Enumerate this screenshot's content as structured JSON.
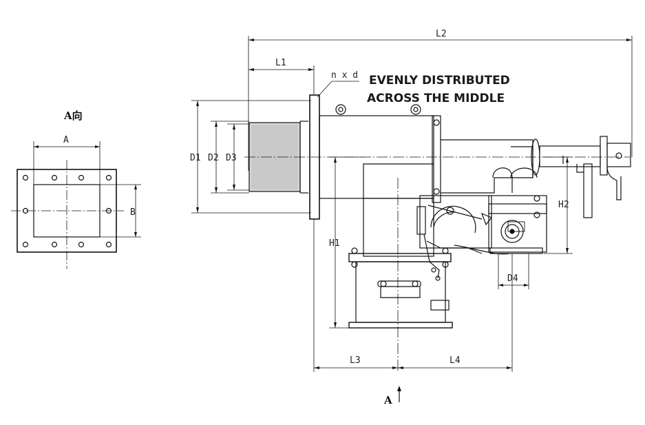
{
  "view_label": "A向",
  "view_marker": "A",
  "note_lines": [
    "EVENLY DISTRIBUTED",
    "ACROSS THE MIDDLE"
  ],
  "dimensions": {
    "A": "A",
    "B": "B",
    "L1": "L1",
    "L2": "L2",
    "L3": "L3",
    "L4": "L4",
    "D1": "D1",
    "D2": "D2",
    "D3": "D3",
    "D4": "D4",
    "H1": "H1",
    "H2": "H2",
    "holes": "n x d"
  }
}
